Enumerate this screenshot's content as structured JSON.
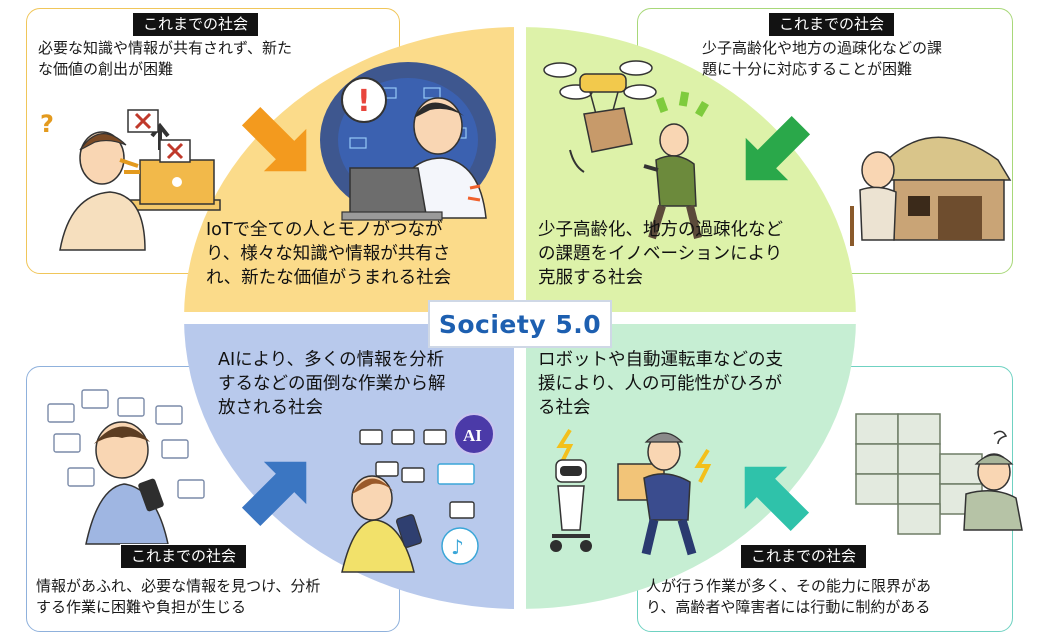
{
  "center": {
    "title": "Society 5.0"
  },
  "past_label": "これまでの社会",
  "panels": {
    "top_left": {
      "past_desc": [
        "必要な知識や情報が共有されず、新た",
        "な価値の創出が困難"
      ],
      "future_desc": [
        "IoTで全ての人とモノがつなが",
        "り、様々な知識や情報が共有さ",
        "れ、新たな価値がうまれる社会"
      ],
      "accent": "#f39a1e",
      "quadrant_color": "#fbdb8a"
    },
    "top_right": {
      "past_desc": [
        "少子高齢化や地方の過疎化などの課",
        "題に十分に対応することが困難"
      ],
      "future_desc": [
        "少子高齢化、地方の過疎化など",
        "の課題をイノベーションにより",
        "克服する社会"
      ],
      "accent": "#2aa84a",
      "quadrant_color": "#ddf2a9"
    },
    "bottom_left": {
      "past_desc": [
        "情報があふれ、必要な情報を見つけ、分析",
        "する作業に困難や負担が生じる"
      ],
      "future_desc": [
        "AIにより、多くの情報を分析",
        "するなどの面倒な作業から解",
        "放される社会"
      ],
      "accent": "#3b76c2",
      "quadrant_color": "#b8c9ec",
      "badge": "AI"
    },
    "bottom_right": {
      "past_desc": [
        "人が行う作業が多く、その能力に限界があ",
        "り、高齢者や障害者には行動に制約がある"
      ],
      "future_desc": [
        "ロボットや自動運転車などの支",
        "援により、人の可能性がひろが",
        "る社会"
      ],
      "accent": "#2fc2aa",
      "quadrant_color": "#c6eed3"
    }
  }
}
